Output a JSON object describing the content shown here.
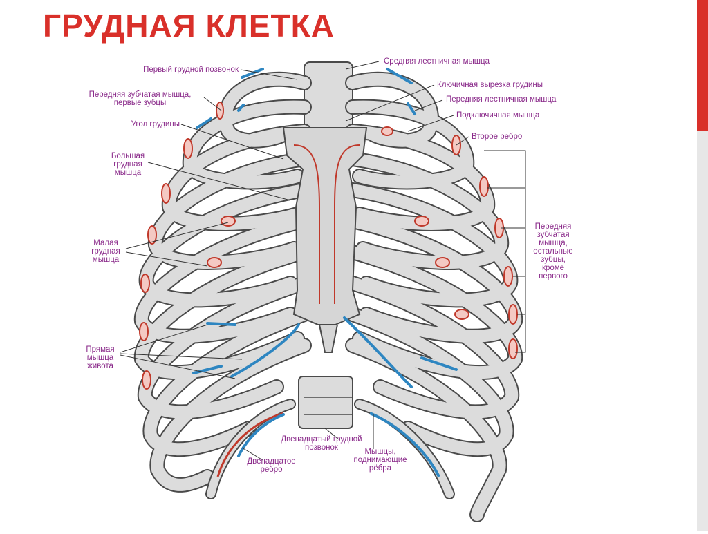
{
  "title": "ГРУДНАЯ КЛЕТКА",
  "colors": {
    "accent": "#d9302a",
    "label": "#8a2a8a",
    "bone_fill": "#dcdcdc",
    "bone_stroke": "#4a4a4a",
    "muscle_red": "#c0392b",
    "muscle_blue": "#2e86c1"
  },
  "labels": {
    "first_vertebra": "Первый грудной позвонок",
    "serratus_first": "Передняя зубчатая мышца,\nпервые зубцы",
    "sternal_angle": "Угол грудины",
    "pectoralis_major": "Большая\nгрудная\nмышца",
    "pectoralis_minor": "Малая\nгрудная\nмышца",
    "rectus": "Прямая\nмышца\nживота",
    "middle_scalene": "Средняя лестничная мышца",
    "jugular_notch": "Ключичная вырезка грудины",
    "anterior_scalene": "Передняя лестничная мышца",
    "subclavius": "Подключичная мышца",
    "second_rib": "Второе ребро",
    "serratus_rest": "Передняя\nзубчатая\nмышца,\nостальные\nзубцы,\nкроме\nпервого",
    "twelfth_vertebra": "Двенадцатый грудной\nпозвонок",
    "twelfth_rib": "Двенадцатое\nребро",
    "rib_elevators": "Мышцы,\nподнимающие\nрёбра"
  }
}
